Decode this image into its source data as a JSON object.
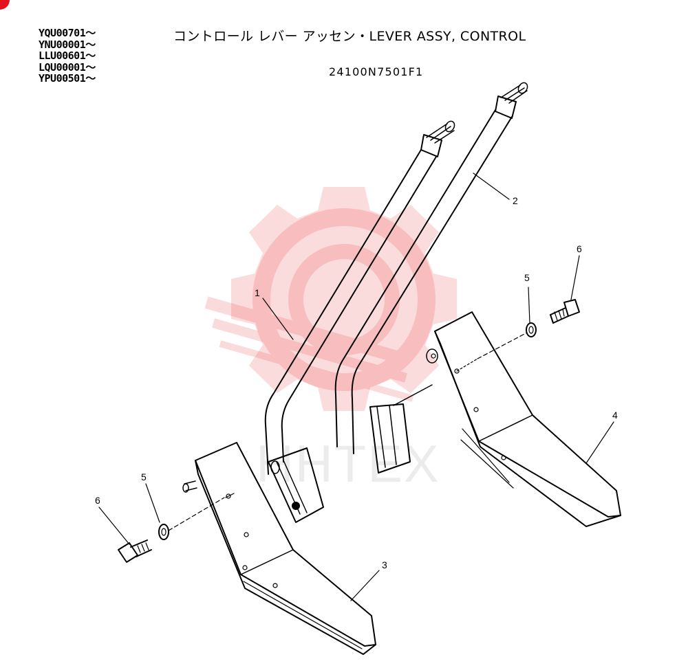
{
  "header": {
    "serials": [
      "YQU00701～",
      "YNU00001～",
      "LLU00601～",
      "LQU00001～",
      "YPU00501～"
    ],
    "title": "コントロール レバー アッセン・LEVER ASSY, CONTROL",
    "part_number": "24100N7501F1"
  },
  "callouts": {
    "lever_left": "1",
    "lever_right": "2",
    "pedal_left": "3",
    "pedal_right": "4",
    "washer_left": "5",
    "washer_right": "5",
    "bolt_left": "6",
    "bolt_right": "6"
  },
  "watermark": {
    "text": "HHTEX",
    "color": "#e3141e"
  }
}
